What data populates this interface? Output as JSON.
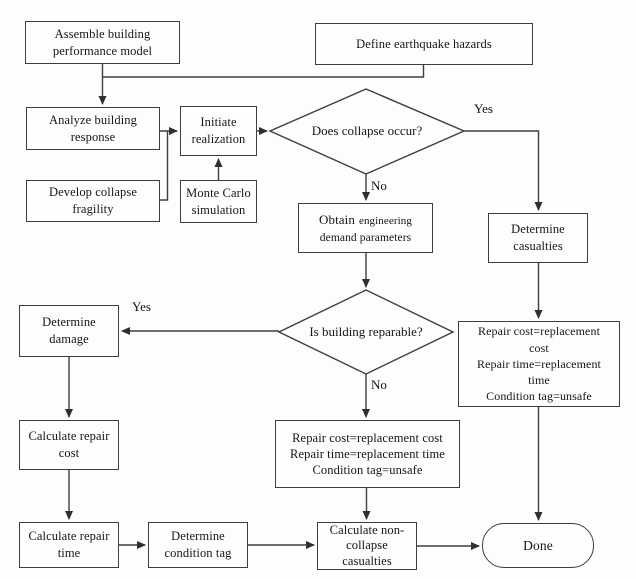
{
  "diagram_type": "flowchart",
  "nodes": {
    "assemble": {
      "line1": "Assemble building",
      "line2": "performance model"
    },
    "define_hazards": {
      "line1": "Define earthquake hazards"
    },
    "analyze": {
      "line1": "Analyze building",
      "line2": "response"
    },
    "initiate": {
      "line1": "Initiate",
      "line2": "realization"
    },
    "develop_fragility": {
      "line1": "Develop collapse",
      "line2": "fragility"
    },
    "monte_carlo": {
      "line1": "Monte Carlo",
      "line2": "simulation"
    },
    "collapse_question": {
      "label": "Does collapse occur?"
    },
    "obtain_edp": {
      "word1": "Obtain",
      "word2": "engineering",
      "line2": "demand parameters"
    },
    "determine_casualties": {
      "line1": "Determine",
      "line2": "casualties"
    },
    "reparable_question": {
      "label": "Is building reparable?"
    },
    "determine_damage": {
      "line1": "Determine",
      "line2": "damage"
    },
    "collapse_outcome": {
      "line1": "Repair cost=replacement",
      "line2": "cost",
      "line3": "Repair time=replacement",
      "line4": "time",
      "line5": "Condition tag=unsafe"
    },
    "irreparable_outcome": {
      "line1": "Repair cost=replacement cost",
      "line2": "Repair time=replacement time",
      "line3": "Condition tag=unsafe"
    },
    "calc_repair_cost": {
      "line1": "Calculate repair",
      "line2": "cost"
    },
    "calc_repair_time": {
      "line1": "Calculate repair",
      "line2": "time"
    },
    "determine_condition_tag": {
      "line1": "Determine",
      "line2": "condition tag"
    },
    "calc_noncollapse_casualties": {
      "line1": "Calculate non-",
      "line2": "collapse",
      "line3": "casualties"
    },
    "done": {
      "label": "Done"
    }
  },
  "edge_labels": {
    "collapse_yes": "Yes",
    "collapse_no": "No",
    "reparable_yes": "Yes",
    "reparable_no": "No"
  },
  "colors": {
    "ink": "#3e3e3e",
    "text": "#161616",
    "background": "#fdfdfd"
  }
}
